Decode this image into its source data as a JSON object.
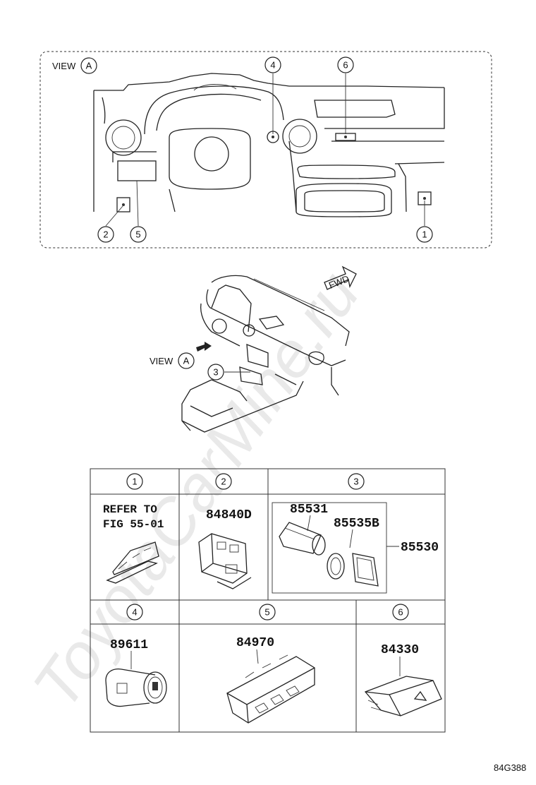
{
  "watermark": "ToyotaCarMine.ru",
  "view_panel": {
    "view_label": "VIEW",
    "view_letter": "A",
    "callouts": [
      "1",
      "2",
      "4",
      "5",
      "6"
    ]
  },
  "overview": {
    "view_label": "VIEW",
    "view_letter": "A",
    "fwd_label": "FWD",
    "callout": "3"
  },
  "table": {
    "headers": [
      "1",
      "2",
      "3",
      "4",
      "5",
      "6"
    ],
    "cell1": {
      "ref_line1": "REFER TO",
      "ref_line2": "FIG 55-01"
    },
    "cell2": {
      "part": "84840D"
    },
    "cell3": {
      "part_a": "85531",
      "part_b": "85535B",
      "part_assy": "85530"
    },
    "cell4": {
      "part": "89611"
    },
    "cell5": {
      "part": "84970"
    },
    "cell6": {
      "part": "84330"
    }
  },
  "figure_code": "84G388"
}
